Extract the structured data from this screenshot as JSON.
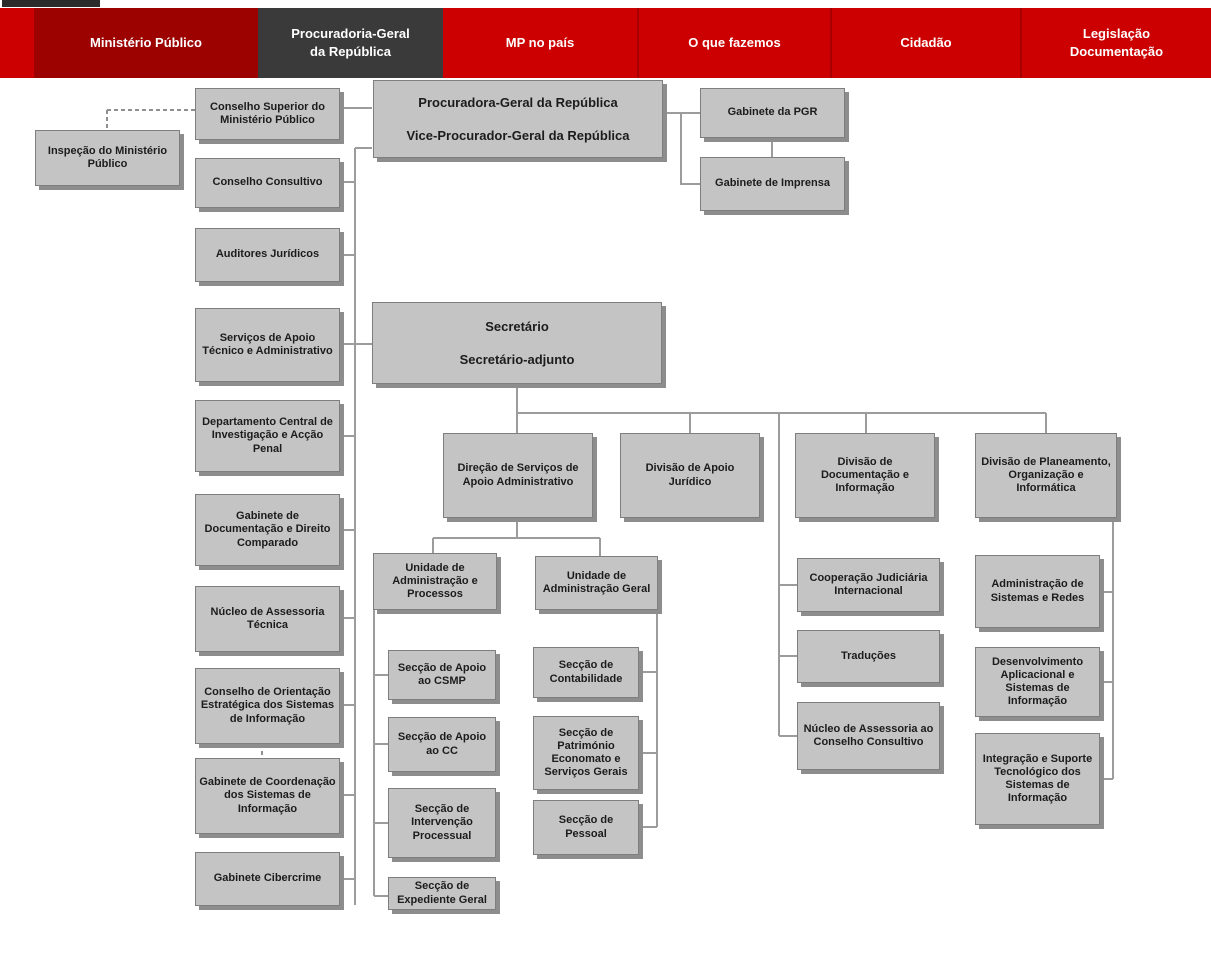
{
  "nav": {
    "items": [
      {
        "id": "ministerio-publico",
        "label": "Ministério Público"
      },
      {
        "id": "procuradoria-geral",
        "label": "Procuradoria-Geral da República"
      },
      {
        "id": "mp-no-pais",
        "label": "MP no país"
      },
      {
        "id": "o-que-fazemos",
        "label": "O que fazemos"
      },
      {
        "id": "cidadao",
        "label": "Cidadão"
      },
      {
        "id": "legislacao-documentacao",
        "label": "Legislação Documentação"
      }
    ]
  },
  "org": {
    "inspecao": "Inspeção do Ministério Público",
    "conselho_superior": "Conselho Superior do Ministério Público",
    "conselho_consultivo": "Conselho Consultivo",
    "auditores": "Auditores Jurídicos",
    "servicos_apoio": "Serviços de Apoio Técnico e Administrativo",
    "dciap": "Departamento Central de Investigação e Acção Penal",
    "gab_documentacao": "Gabinete de Documentação e Direito Comparado",
    "nucleo_tecnica": "Núcleo de Assessoria Técnica",
    "conselho_orientacao": "Conselho de Orientação Estratégica dos Sistemas de Informação",
    "gab_coordenacao": "Gabinete de Coordenação dos Sistemas de Informação",
    "cibercrime": "Gabinete Cibercrime",
    "pgr_1": "Procuradora-Geral da República",
    "pgr_2": "Vice-Procurador-Geral da República",
    "gab_pgr": "Gabinete da PGR",
    "gab_imprensa": "Gabinete de Imprensa",
    "secretario_1": "Secretário",
    "secretario_2": "Secretário-adjunto",
    "direcao_servicos": "Direção de Serviços de Apoio Administrativo",
    "div_juridico": "Divisão de Apoio Jurídico",
    "div_documentacao": "Divisão de Documentação e Informação",
    "div_planeamento": "Divisão de Planeamento, Organização e Informática",
    "uni_processos": "Unidade de Administração e Processos",
    "uni_geral": "Unidade de Administração Geral",
    "sec_csmp": "Secção de Apoio ao CSMP",
    "sec_cc": "Secção de Apoio ao CC",
    "sec_intervencao": "Secção de Intervenção Processual",
    "sec_expediente": "Secção de Expediente Geral",
    "sec_contabilidade": "Secção de Contabilidade",
    "sec_patrimonio": "Secção de Património Economato e Serviços Gerais",
    "sec_pessoal": "Secção de Pessoal",
    "coop_judiciaria": "Cooperação Judiciária Internacional",
    "traducoes": "Traduções",
    "nucleo_conselho": "Núcleo de Assessoria ao Conselho Consultivo",
    "adm_sistemas": "Administração de Sistemas e Redes",
    "desenvolvimento": "Desenvolvimento Aplicacional e Sistemas de Informação",
    "integracao": "Integração e Suporte Tecnológico dos Sistemas de Informação"
  },
  "colors": {
    "nav_red": "#cc0000",
    "nav_dark_red": "#9b0200",
    "nav_active_tab": "#3a3a3a",
    "box_fill": "#c4c4c4",
    "box_border": "#7e7e7e",
    "connector": "#9c9c9c"
  }
}
